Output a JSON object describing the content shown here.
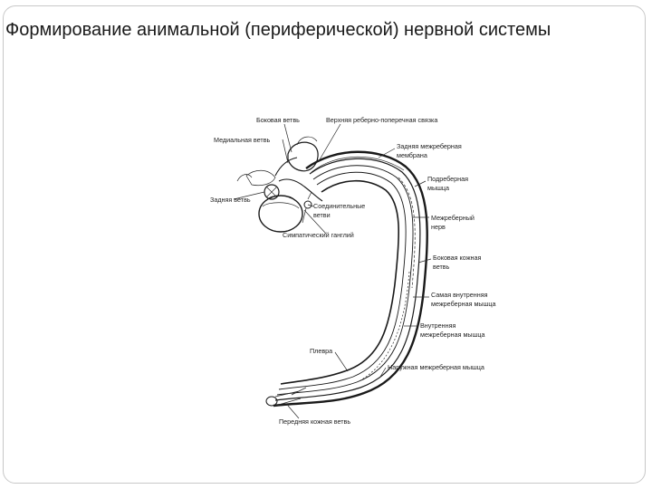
{
  "slide": {
    "title": "Формирование анимальной (периферической) нервной системы"
  },
  "diagram": {
    "labels": {
      "lateral_branch": "Боковая ветвь",
      "upper_costotransverse_ligament": "Верхняя реберно-поперечная связка",
      "medial_branch": "Медиальная ветвь",
      "posterior_intercostal_membrane_1": "Задняя межреберная",
      "posterior_intercostal_membrane_2": "мембрана",
      "subcostal_muscle_1": "Подреберная",
      "subcostal_muscle_2": "мышца",
      "posterior_branch": "Задняя ветвь",
      "communicating_branches_1": "Соединительные",
      "communicating_branches_2": "ветви",
      "intercostal_nerve_1": "Межреберный",
      "intercostal_nerve_2": "нерв",
      "sympathetic_ganglion": "Симпатический ганглий",
      "lateral_cutaneous_branch_1": "Боковая кожная",
      "lateral_cutaneous_branch_2": "ветвь",
      "innermost_intercostal_muscle_1": "Самая внутренняя",
      "innermost_intercostal_muscle_2": "межреберная мышца",
      "internal_intercostal_muscle_1": "Внутренняя",
      "internal_intercostal_muscle_2": "межреберная мышца",
      "pleura": "Плевра",
      "external_intercostal_muscle": "Наружная межреберная мышца",
      "anterior_cutaneous_branch": "Передняя кожная ветвь"
    }
  }
}
